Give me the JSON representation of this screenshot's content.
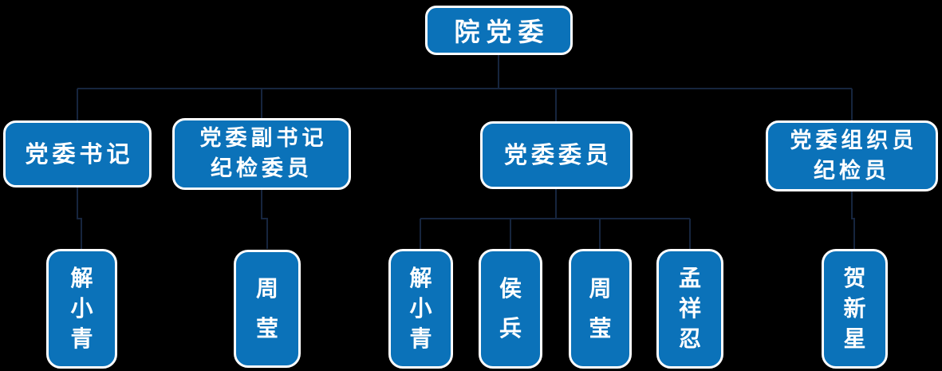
{
  "colors": {
    "background": "#000000",
    "box_fill": "#0b72b9",
    "box_border": "#ffffff",
    "box_text": "#ffffff",
    "connector": "#16253e"
  },
  "org": {
    "root": {
      "label": "院党委"
    },
    "roles": [
      {
        "label": "党委书记",
        "members": [
          "解小青"
        ]
      },
      {
        "label": "党委副书记\n纪检委员",
        "members": [
          "周莹"
        ]
      },
      {
        "label": "党委委员",
        "members": [
          "解小青",
          "侯兵",
          "周莹",
          "孟祥忍"
        ]
      },
      {
        "label": "党委组织员\n纪检员",
        "members": [
          "贺新星"
        ]
      }
    ]
  }
}
